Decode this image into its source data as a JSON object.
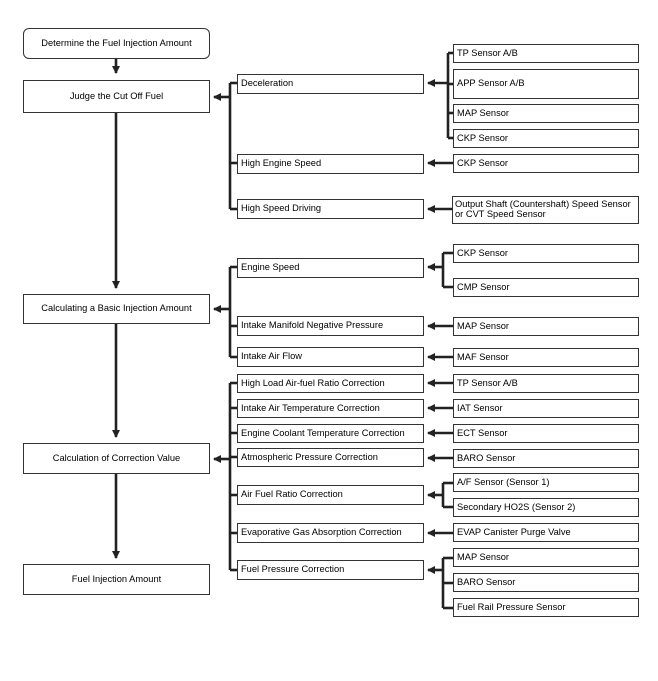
{
  "left": [
    {
      "id": "determine",
      "label": "Determine the Fuel Injection Amount"
    },
    {
      "id": "judge",
      "label": "Judge the Cut Off Fuel"
    },
    {
      "id": "basic",
      "label": "Calculating a Basic Injection Amount"
    },
    {
      "id": "correction",
      "label": "Calculation of Correction Value"
    },
    {
      "id": "amount",
      "label": "Fuel Injection Amount"
    }
  ],
  "middle": [
    {
      "id": "deceleration",
      "label": "Deceleration"
    },
    {
      "id": "high-engine-speed",
      "label": "High Engine Speed"
    },
    {
      "id": "high-speed-driving",
      "label": "High Speed Driving"
    },
    {
      "id": "engine-speed",
      "label": "Engine Speed"
    },
    {
      "id": "intake-manifold",
      "label": "Intake Manifold Negative Pressure"
    },
    {
      "id": "intake-air-flow",
      "label": "Intake Air Flow"
    },
    {
      "id": "high-load",
      "label": "High Load Air-fuel Ratio Correction"
    },
    {
      "id": "intake-air-temp",
      "label": "Intake Air Temperature Correction"
    },
    {
      "id": "coolant-temp",
      "label": "Engine Coolant Temperature Correction"
    },
    {
      "id": "atmospheric",
      "label": "Atmospheric Pressure Correction"
    },
    {
      "id": "air-fuel-ratio",
      "label": "Air Fuel Ratio Correction"
    },
    {
      "id": "evaporative",
      "label": "Evaporative Gas Absorption Correction"
    },
    {
      "id": "fuel-pressure",
      "label": "Fuel Pressure Correction"
    }
  ],
  "right": [
    {
      "id": "r1",
      "label": "TP Sensor A/B"
    },
    {
      "id": "r2",
      "label": "APP Sensor A/B"
    },
    {
      "id": "r3",
      "label": "MAP Sensor"
    },
    {
      "id": "r4",
      "label": "CKP Sensor"
    },
    {
      "id": "r5",
      "label": "CKP Sensor"
    },
    {
      "id": "r6",
      "label": "Output Shaft (Countershaft) Speed Sensor or CVT Speed Sensor"
    },
    {
      "id": "r7",
      "label": "CKP Sensor"
    },
    {
      "id": "r8",
      "label": "CMP Sensor"
    },
    {
      "id": "r9",
      "label": "MAP Sensor"
    },
    {
      "id": "r10",
      "label": "MAF Sensor"
    },
    {
      "id": "r11",
      "label": "TP Sensor A/B"
    },
    {
      "id": "r12",
      "label": "IAT Sensor"
    },
    {
      "id": "r13",
      "label": "ECT Sensor"
    },
    {
      "id": "r14",
      "label": "BARO Sensor"
    },
    {
      "id": "r15",
      "label": "A/F Sensor (Sensor 1)"
    },
    {
      "id": "r16",
      "label": "Secondary HO2S (Sensor 2)"
    },
    {
      "id": "r17",
      "label": "EVAP Canister Purge Valve"
    },
    {
      "id": "r18",
      "label": "MAP Sensor"
    },
    {
      "id": "r19",
      "label": "BARO Sensor"
    },
    {
      "id": "r20",
      "label": "Fuel Rail Pressure Sensor"
    }
  ]
}
